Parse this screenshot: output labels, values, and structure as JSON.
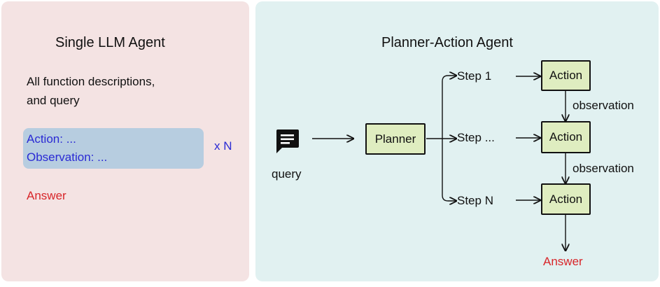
{
  "left": {
    "title": "Single LLM Agent",
    "desc_line1": "All function descriptions,",
    "desc_line2": "and query",
    "loop_action": "Action: ...",
    "loop_observation": "Observation: ...",
    "loop_repeat": "x N",
    "answer": "Answer"
  },
  "right": {
    "title": "Planner-Action Agent",
    "query_label": "query",
    "planner_label": "Planner",
    "step_1": "Step 1",
    "step_mid": "Step ...",
    "step_n": "Step N",
    "action_label": "Action",
    "observation_label": "observation",
    "answer": "Answer"
  },
  "colors": {
    "left_bg": "#f4e3e3",
    "right_bg": "#e1f1f1",
    "loop_bg": "#b7cde0",
    "node_bg": "#dfedc0",
    "accent_blue": "#2a2ad4",
    "accent_red": "#d8262a"
  },
  "icons": {
    "query": "chat-bubble-icon"
  }
}
